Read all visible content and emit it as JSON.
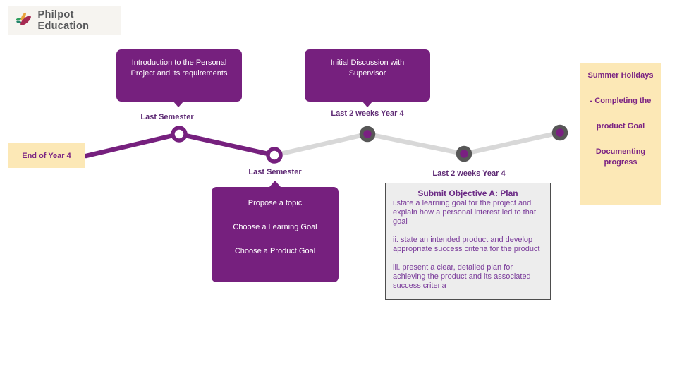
{
  "logo": {
    "text": "Philpot Education"
  },
  "colors": {
    "purple": "#76207e",
    "grey_line": "#d8d8d8",
    "node_ring_grey": "#575757",
    "yellow_bg": "#fce8b6",
    "yellow_text": "#7c2483",
    "label_purple": "#5e2a74"
  },
  "timeline": {
    "start_box": {
      "label": "End of Year 4"
    },
    "labels": {
      "last_semester_1": "Last Semester",
      "last_semester_2": "Last Semester",
      "last_2_weeks_1": "Last 2 weeks Year 4",
      "last_2_weeks_2": "Last 2 weeks Year 4"
    },
    "callouts": {
      "intro": "Introduction to the Personal Project and its requirements",
      "discussion": "Initial Discussion with Supervisor",
      "topic_line1": "Propose a topic",
      "topic_line2": "Choose a Learning Goal",
      "topic_line3": "Choose a Product Goal"
    },
    "plan_box": {
      "title": "Submit Objective A: Plan",
      "items": [
        "i.state a learning goal for the project and explain how a personal interest led to that goal",
        "ii. state an intended product and develop appropriate success criteria for the product",
        "iii. present a clear, detailed plan for achieving the product and its associated success criteria"
      ]
    },
    "summer_box": {
      "line1": "Summer Holidays",
      "line2": "- Completing the",
      "line3": "product Goal",
      "line4": "Documenting progress"
    }
  }
}
